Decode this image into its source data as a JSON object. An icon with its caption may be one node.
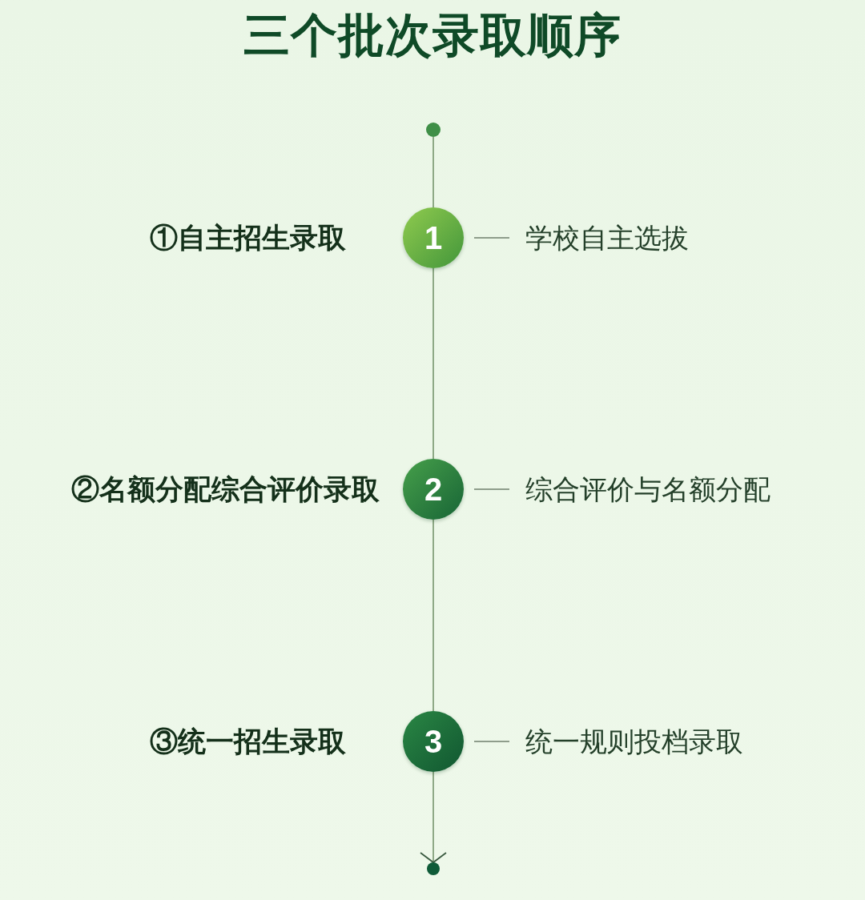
{
  "diagram": {
    "title": "三个批次录取顺序",
    "nodes": [
      {
        "text": [],
        "shape": "circle"
      },
      {
        "text": [
          "1"
        ],
        "beside": [
          "①自主招生录取"
        ]
      },
      {
        "text": [
          "学校自主选拔"
        ]
      },
      {
        "text": [
          "2"
        ],
        "beside": [
          "②名额分配综合评价录取"
        ]
      },
      {
        "text": [
          "综合评价与名额分配"
        ]
      },
      {
        "text": [
          "3"
        ],
        "beside": [
          "③统一招生录取"
        ]
      },
      {
        "text": [
          "统一规则投档录取"
        ]
      },
      {
        "text": [],
        "shape": "circle"
      }
    ],
    "edges": [
      {
        "from": 0,
        "to": 1,
        "arrow": "none"
      },
      {
        "from": 1,
        "to": 2,
        "arrow": "none"
      },
      {
        "from": 1,
        "to": 3,
        "arrow": "none"
      },
      {
        "from": 3,
        "to": 4,
        "arrow": "none"
      },
      {
        "from": 3,
        "to": 5,
        "arrow": "none"
      },
      {
        "from": 5,
        "to": 6,
        "arrow": "none"
      },
      {
        "from": 5,
        "to": 7,
        "arrow": "to"
      }
    ]
  }
}
